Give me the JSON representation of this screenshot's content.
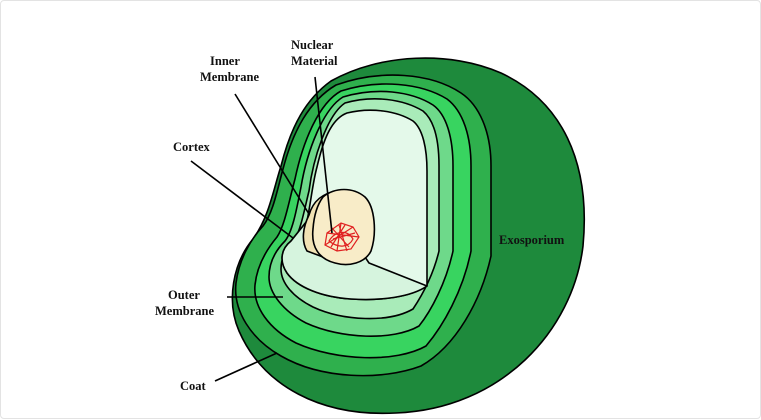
{
  "diagram": {
    "labels": {
      "nuclear_material_line1": "Nuclear",
      "nuclear_material_line2": "Material",
      "inner_membrane_line1": "Inner",
      "inner_membrane_line2": "Membrane",
      "cortex": "Cortex",
      "outer_membrane_line1": "Outer",
      "outer_membrane_line2": "Membrane",
      "coat": "Coat",
      "exosporium": "Exosporium"
    },
    "colors": {
      "exosporium": "#1e8a3c",
      "coat_outer": "#2fb04d",
      "coat_inner": "#38d460",
      "outer_membrane": "#6ed98a",
      "membrane_layer": "#a9ebb9",
      "cortex": "#e4f9ea",
      "core": "#f8ecc8",
      "core_side": "#ecd9a8",
      "nuclear_material": "#e02020"
    }
  }
}
